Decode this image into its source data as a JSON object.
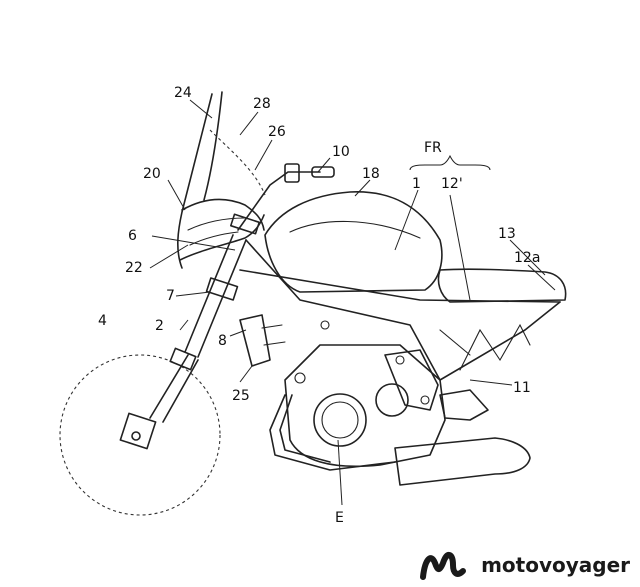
{
  "figure": {
    "labels": {
      "l24": "24",
      "l28": "28",
      "l26": "26",
      "l10": "10",
      "l20": "20",
      "l18": "18",
      "lFR": "FR",
      "l1": "1",
      "l12p": "12'",
      "l6": "6",
      "l13": "13",
      "l22": "22",
      "l12a": "12a",
      "l7": "7",
      "l4": "4",
      "l2": "2",
      "l8": "8",
      "l11": "11",
      "l25": "25",
      "lE": "E"
    }
  },
  "watermark": {
    "text": "motovoyager"
  }
}
